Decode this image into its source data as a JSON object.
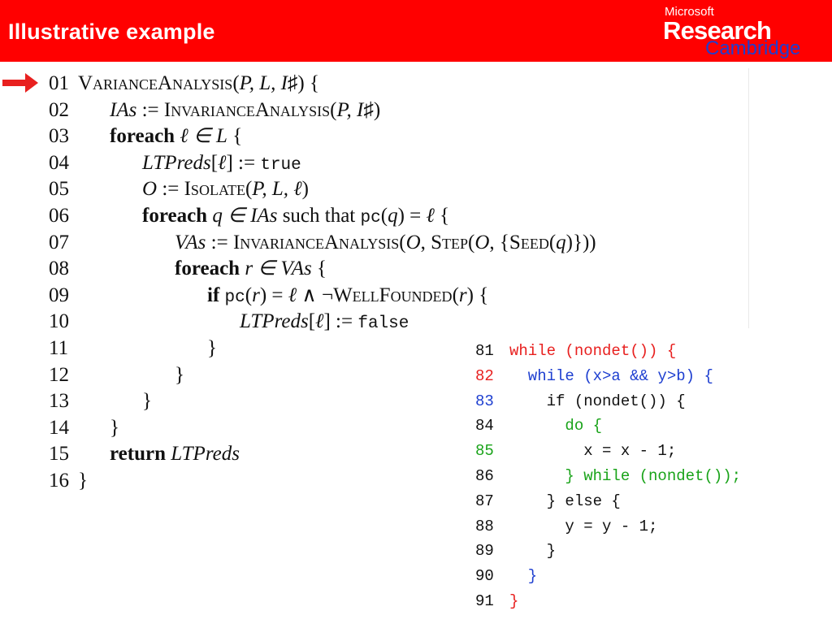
{
  "header": {
    "title": "Illustrative example",
    "logo": {
      "line1": "Microsoft",
      "line2": "Research",
      "line3": "Cambridge"
    }
  },
  "colors": {
    "header": "#ff0000",
    "red": "#e8201f",
    "blue": "#1e3fd0",
    "green": "#19a319"
  },
  "algorithm": {
    "lines": [
      {
        "num": "01",
        "parts": [
          {
            "t": "VarianceAnalysis",
            "s": "sc"
          },
          {
            "t": "(",
            "s": ""
          },
          {
            "t": "P, L, I",
            "s": "it"
          },
          {
            "t": "♯",
            "s": ""
          },
          {
            "t": ") {",
            "s": ""
          }
        ]
      },
      {
        "num": "02",
        "parts": [
          {
            "t": "IAs",
            "s": "it"
          },
          {
            "t": " := ",
            "s": ""
          },
          {
            "t": "InvarianceAnalysis",
            "s": "sc"
          },
          {
            "t": "(",
            "s": ""
          },
          {
            "t": "P, I",
            "s": "it"
          },
          {
            "t": "♯",
            "s": ""
          },
          {
            "t": ")",
            "s": ""
          }
        ]
      },
      {
        "num": "03",
        "parts": [
          {
            "t": "foreach",
            "s": "b"
          },
          {
            "t": " ℓ ∈ ",
            "s": "it"
          },
          {
            "t": "L",
            "s": "it"
          },
          {
            "t": " {",
            "s": ""
          }
        ]
      },
      {
        "num": "04",
        "parts": [
          {
            "t": "LTPreds",
            "s": "it"
          },
          {
            "t": "[",
            "s": ""
          },
          {
            "t": "ℓ",
            "s": "it"
          },
          {
            "t": "] := ",
            "s": ""
          },
          {
            "t": "true",
            "s": "mono"
          }
        ]
      },
      {
        "num": "05",
        "parts": [
          {
            "t": "O",
            "s": "it"
          },
          {
            "t": " := ",
            "s": ""
          },
          {
            "t": "Isolate",
            "s": "sc"
          },
          {
            "t": "(",
            "s": ""
          },
          {
            "t": "P, L, ℓ",
            "s": "it"
          },
          {
            "t": ")",
            "s": ""
          }
        ]
      },
      {
        "num": "06",
        "parts": [
          {
            "t": "foreach",
            "s": "b"
          },
          {
            "t": " q ∈ ",
            "s": "it"
          },
          {
            "t": "IAs",
            "s": "it"
          },
          {
            "t": " such that ",
            "s": ""
          },
          {
            "t": "pc",
            "s": "mono"
          },
          {
            "t": "(",
            "s": ""
          },
          {
            "t": "q",
            "s": "it"
          },
          {
            "t": ") = ",
            "s": ""
          },
          {
            "t": "ℓ",
            "s": "it"
          },
          {
            "t": " {",
            "s": ""
          }
        ]
      },
      {
        "num": "07",
        "parts": [
          {
            "t": "VAs",
            "s": "it"
          },
          {
            "t": " := ",
            "s": ""
          },
          {
            "t": "InvarianceAnalysis",
            "s": "sc"
          },
          {
            "t": "(",
            "s": ""
          },
          {
            "t": "O",
            "s": "it"
          },
          {
            "t": ", ",
            "s": ""
          },
          {
            "t": "Step",
            "s": "sc"
          },
          {
            "t": "(",
            "s": ""
          },
          {
            "t": "O",
            "s": "it"
          },
          {
            "t": ", {",
            "s": ""
          },
          {
            "t": "Seed",
            "s": "sc"
          },
          {
            "t": "(",
            "s": ""
          },
          {
            "t": "q",
            "s": "it"
          },
          {
            "t": ")}))",
            "s": ""
          }
        ]
      },
      {
        "num": "08",
        "parts": [
          {
            "t": "foreach",
            "s": "b"
          },
          {
            "t": " r ∈ ",
            "s": "it"
          },
          {
            "t": "VAs",
            "s": "it"
          },
          {
            "t": " {",
            "s": ""
          }
        ]
      },
      {
        "num": "09",
        "parts": [
          {
            "t": "if",
            "s": "b"
          },
          {
            "t": " ",
            "s": ""
          },
          {
            "t": "pc",
            "s": "mono"
          },
          {
            "t": "(",
            "s": ""
          },
          {
            "t": "r",
            "s": "it"
          },
          {
            "t": ") = ",
            "s": ""
          },
          {
            "t": "ℓ",
            "s": "it"
          },
          {
            "t": " ∧ ¬",
            "s": ""
          },
          {
            "t": "WellFounded",
            "s": "sc"
          },
          {
            "t": "(",
            "s": ""
          },
          {
            "t": "r",
            "s": "it"
          },
          {
            "t": ") {",
            "s": ""
          }
        ]
      },
      {
        "num": "10",
        "parts": [
          {
            "t": "LTPreds",
            "s": "it"
          },
          {
            "t": "[",
            "s": ""
          },
          {
            "t": "ℓ",
            "s": "it"
          },
          {
            "t": "] := ",
            "s": ""
          },
          {
            "t": "false",
            "s": "mono"
          }
        ]
      },
      {
        "num": "11",
        "parts": [
          {
            "t": "}",
            "s": ""
          }
        ]
      },
      {
        "num": "12",
        "parts": [
          {
            "t": "}",
            "s": ""
          }
        ]
      },
      {
        "num": "13",
        "parts": [
          {
            "t": "}",
            "s": ""
          }
        ]
      },
      {
        "num": "14",
        "parts": [
          {
            "t": "}",
            "s": ""
          }
        ]
      },
      {
        "num": "15",
        "parts": [
          {
            "t": "return",
            "s": "b"
          },
          {
            "t": " ",
            "s": ""
          },
          {
            "t": "LTPreds",
            "s": "it"
          }
        ]
      },
      {
        "num": "16",
        "parts": [
          {
            "t": "}",
            "s": ""
          }
        ]
      }
    ]
  },
  "code": {
    "lines": [
      {
        "num": "81",
        "numColor": "#111111",
        "text": "while (nondet()) {",
        "color": "#e8201f"
      },
      {
        "num": "82",
        "numColor": "#e8201f",
        "text": "  while (x>a && y>b) {",
        "color": "#1e3fd0"
      },
      {
        "num": "83",
        "numColor": "#1e3fd0",
        "text": "    if (nondet()) {",
        "color": "#111111"
      },
      {
        "num": "84",
        "numColor": "#111111",
        "text": "      do {",
        "color": "#19a319"
      },
      {
        "num": "85",
        "numColor": "#19a319",
        "text": "        x = x - 1;",
        "color": "#111111"
      },
      {
        "num": "86",
        "numColor": "#111111",
        "text": "      } while (nondet());",
        "color": "#19a319"
      },
      {
        "num": "87",
        "numColor": "#111111",
        "text": "    } else {",
        "color": "#111111"
      },
      {
        "num": "88",
        "numColor": "#111111",
        "text": "      y = y - 1;",
        "color": "#111111"
      },
      {
        "num": "89",
        "numColor": "#111111",
        "text": "    }",
        "color": "#111111"
      },
      {
        "num": "90",
        "numColor": "#111111",
        "text": "  }",
        "color": "#1e3fd0"
      },
      {
        "num": "91",
        "numColor": "#111111",
        "text": "}",
        "color": "#e8201f"
      }
    ]
  }
}
